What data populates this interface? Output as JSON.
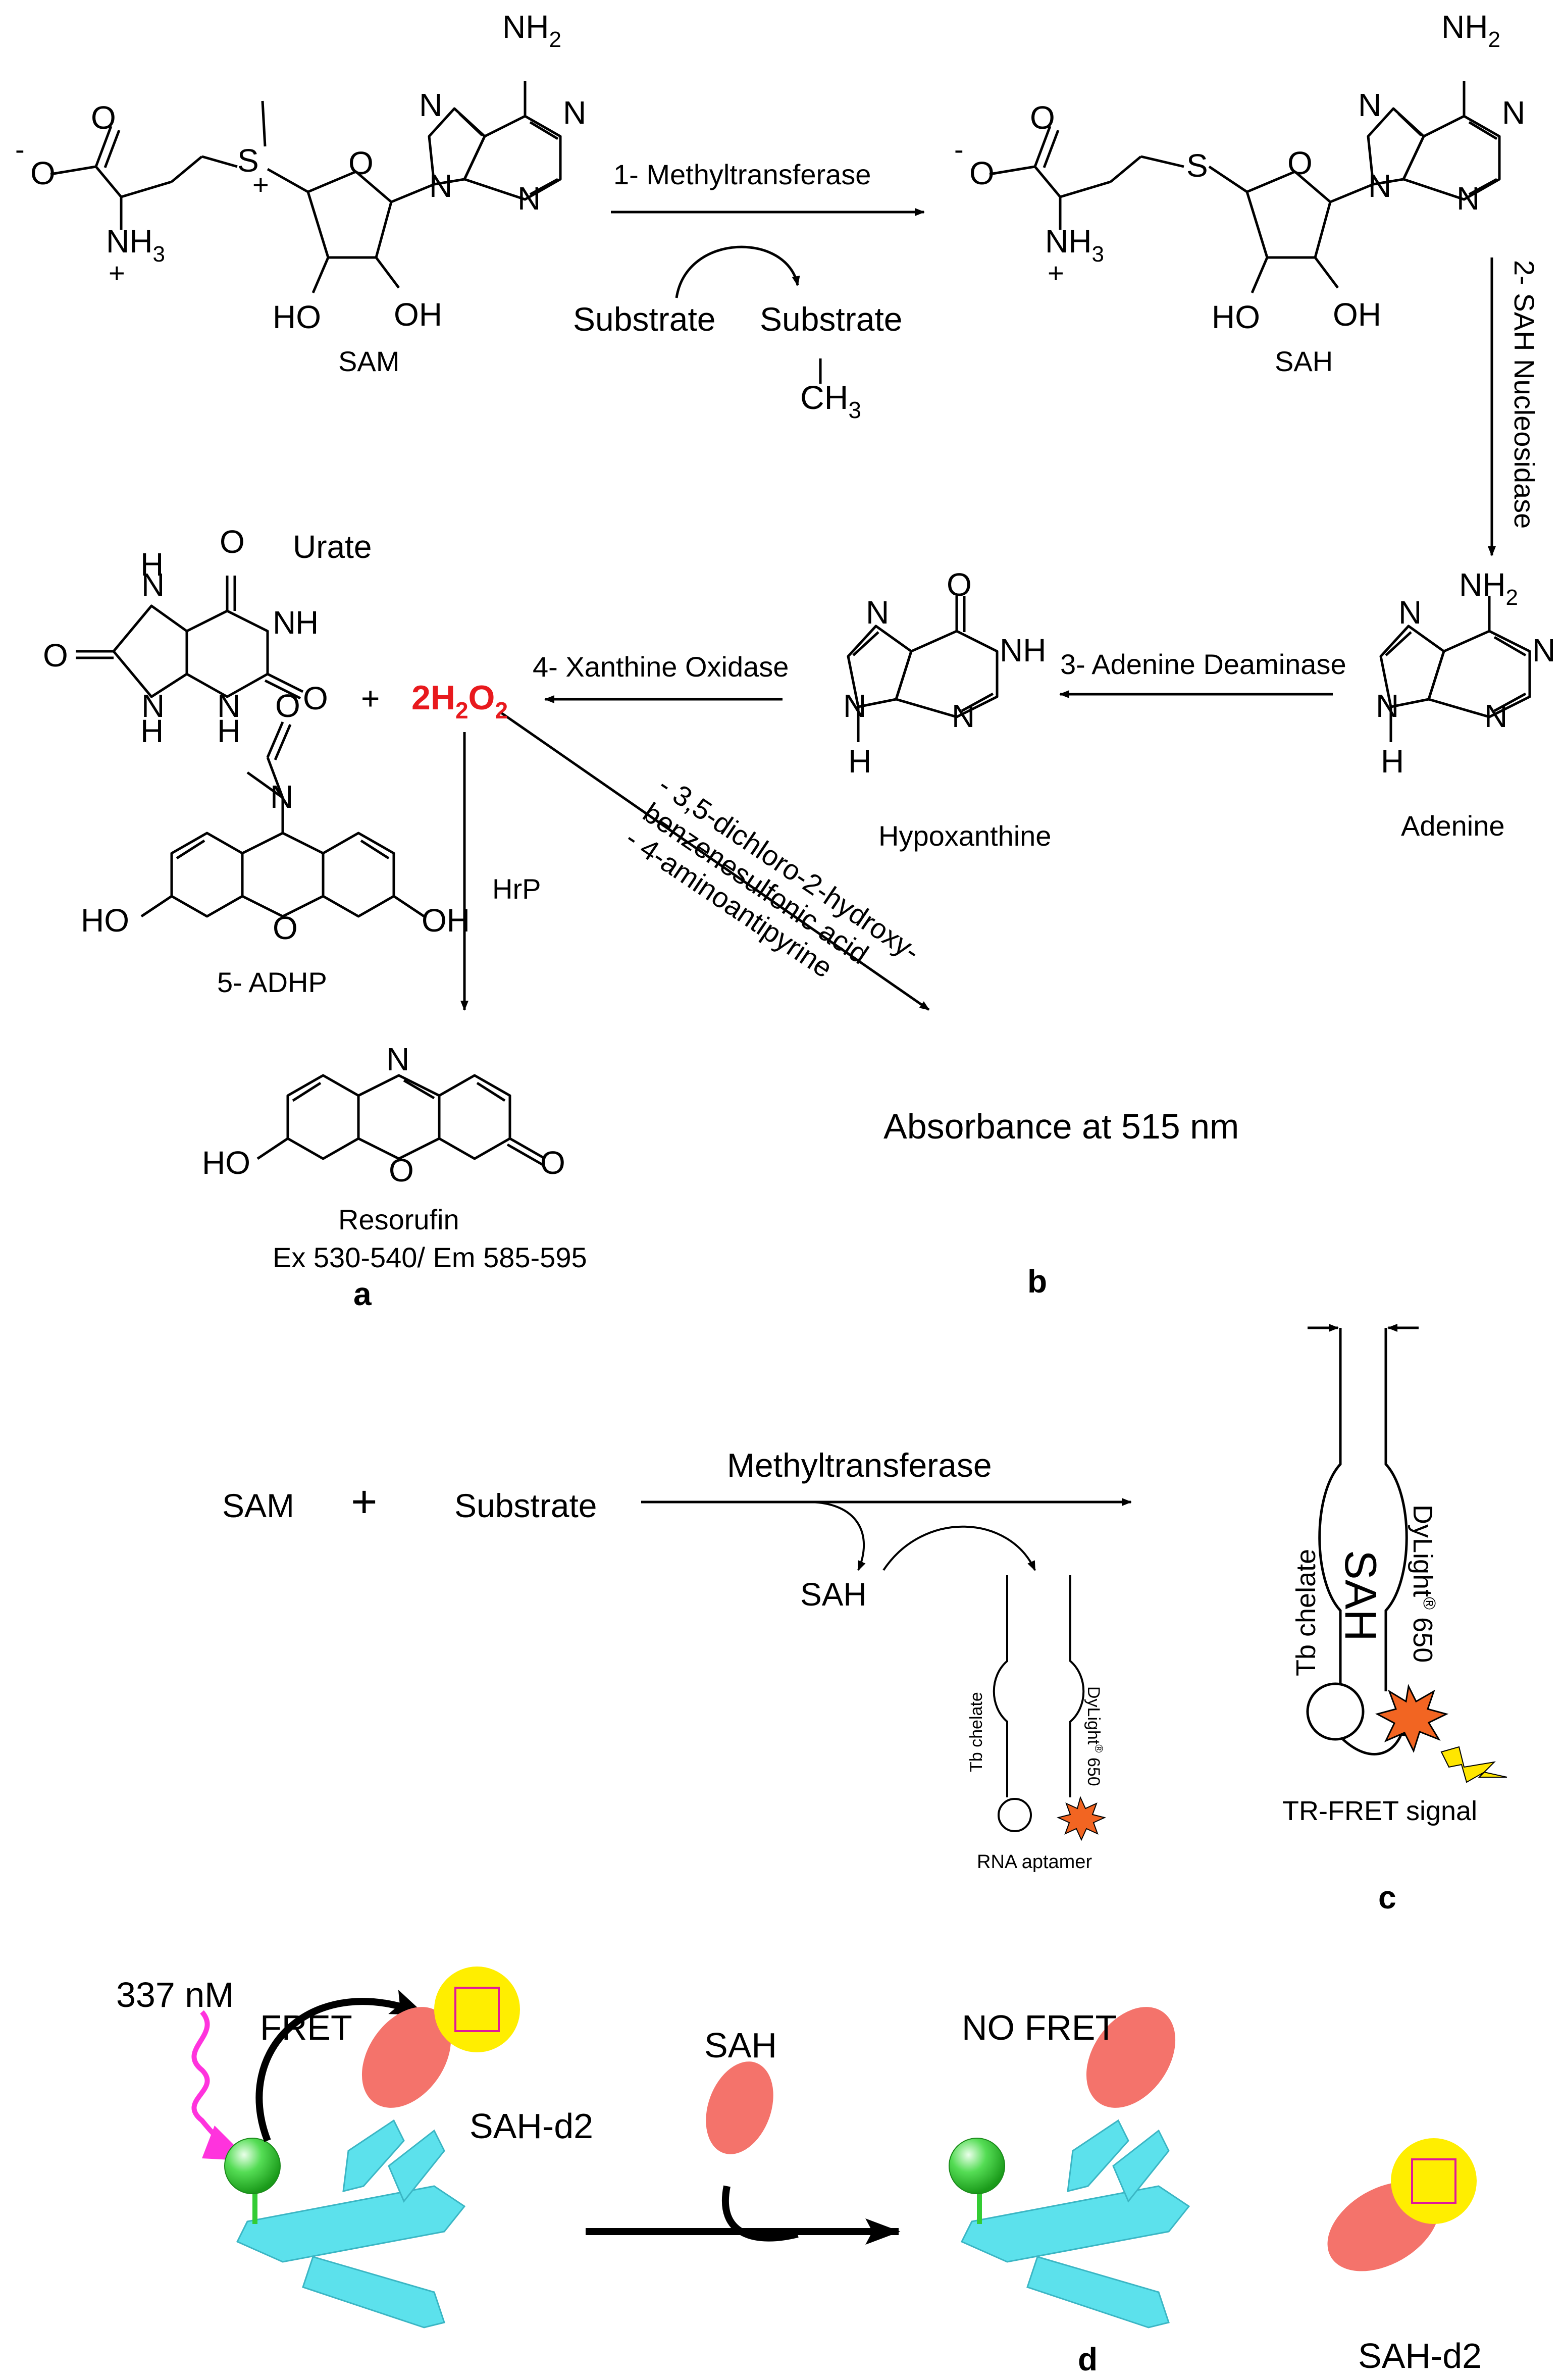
{
  "panel_a_b": {
    "sam_label": "SAM",
    "sah_label": "SAH",
    "step1": "1- Methyltransferase",
    "substrate_left": "Substrate",
    "substrate_right": "Substrate",
    "ch3": "CH",
    "ch3_sub": "3",
    "step2": "2- SAH Nucleosidase",
    "adenine": "Adenine",
    "step3": "3- Adenine Deaminase",
    "hypoxanthine": "Hypoxanthine",
    "step4": "4- Xanthine Oxidase",
    "urate": "Urate",
    "plus": "+",
    "h2o2": {
      "a": "2H",
      "b": "2",
      "c": "O",
      "d": "2"
    },
    "h2o2_color": "#e8191d",
    "hrp": "HrP",
    "adhp": "5- ADHP",
    "resorufin": "Resorufin",
    "resorufin_exem": "Ex 530-540/ Em 585-595",
    "reagents": [
      "- 3,5-dichloro-2-hydroxy-",
      "benzenesulfonic acid",
      "- 4-aminoantipyrine"
    ],
    "absorbance": "Absorbance at 515 nm",
    "label_a": "a",
    "label_b": "b",
    "nh2": "NH",
    "nh2_sub": "2",
    "nh3": "NH",
    "nh3_sub": "3",
    "oh": "OH",
    "ho": "HO",
    "atom_S": "S",
    "atom_N": "N",
    "atom_O": "O",
    "atom_H": "H",
    "charge_plus": "+",
    "charge_minus": "-"
  },
  "panel_c": {
    "sam": "SAM",
    "plus": "+",
    "substrate": "Substrate",
    "enzyme": "Methyltransferase",
    "sah": "SAH",
    "tb_chelate": "Tb chelate",
    "dylight": "DyLight",
    "dylight_sup": "®",
    "dylight_num": " 650",
    "rna_aptamer": "RNA aptamer",
    "sah_big": "SAH",
    "tr_fret": "TR-FRET signal",
    "label_c": "c"
  },
  "panel_d": {
    "excitation": "337 nM",
    "fret": "FRET",
    "sah_d2_left": "SAH-d2",
    "sah": "SAH",
    "no_fret": "NO FRET",
    "sah_d2_right": "SAH-d2",
    "label_d": "d",
    "colors": {
      "antibody": "#5ce1ec",
      "donor": "#33cc33",
      "acceptor_halo": "#ffee00",
      "acceptor_box": "#e0199a",
      "sah": "#f4736b",
      "excitation": "#ff33dd"
    }
  }
}
